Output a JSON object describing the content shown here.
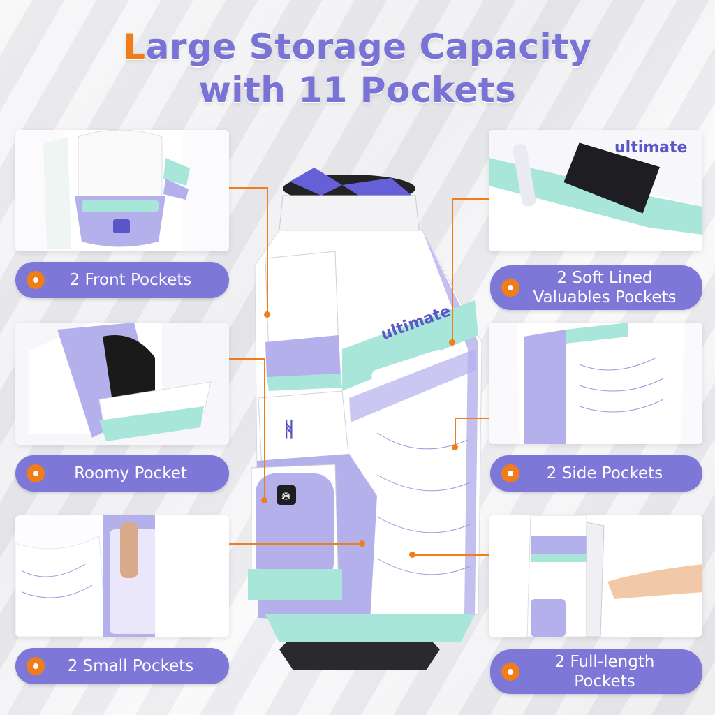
{
  "title": {
    "first_letter": "L",
    "line1_rest": "arge Storage Capacity",
    "line2": "with 11 Pockets"
  },
  "brand": {
    "wordmark": "ultimate",
    "accent": "#7d78d8",
    "orange": "#f07d1a",
    "mint": "#9fe3d6"
  },
  "labels": {
    "front": "2 Front Pockets",
    "valuables_line1": "2 Soft Lined",
    "valuables_line2": "Valuables Pockets",
    "roomy": "Roomy Pocket",
    "side": "2 Side Pockets",
    "small": "2 Small Pockets",
    "fulllength_line1": "2 Full-length",
    "fulllength_line2": "Pockets"
  }
}
